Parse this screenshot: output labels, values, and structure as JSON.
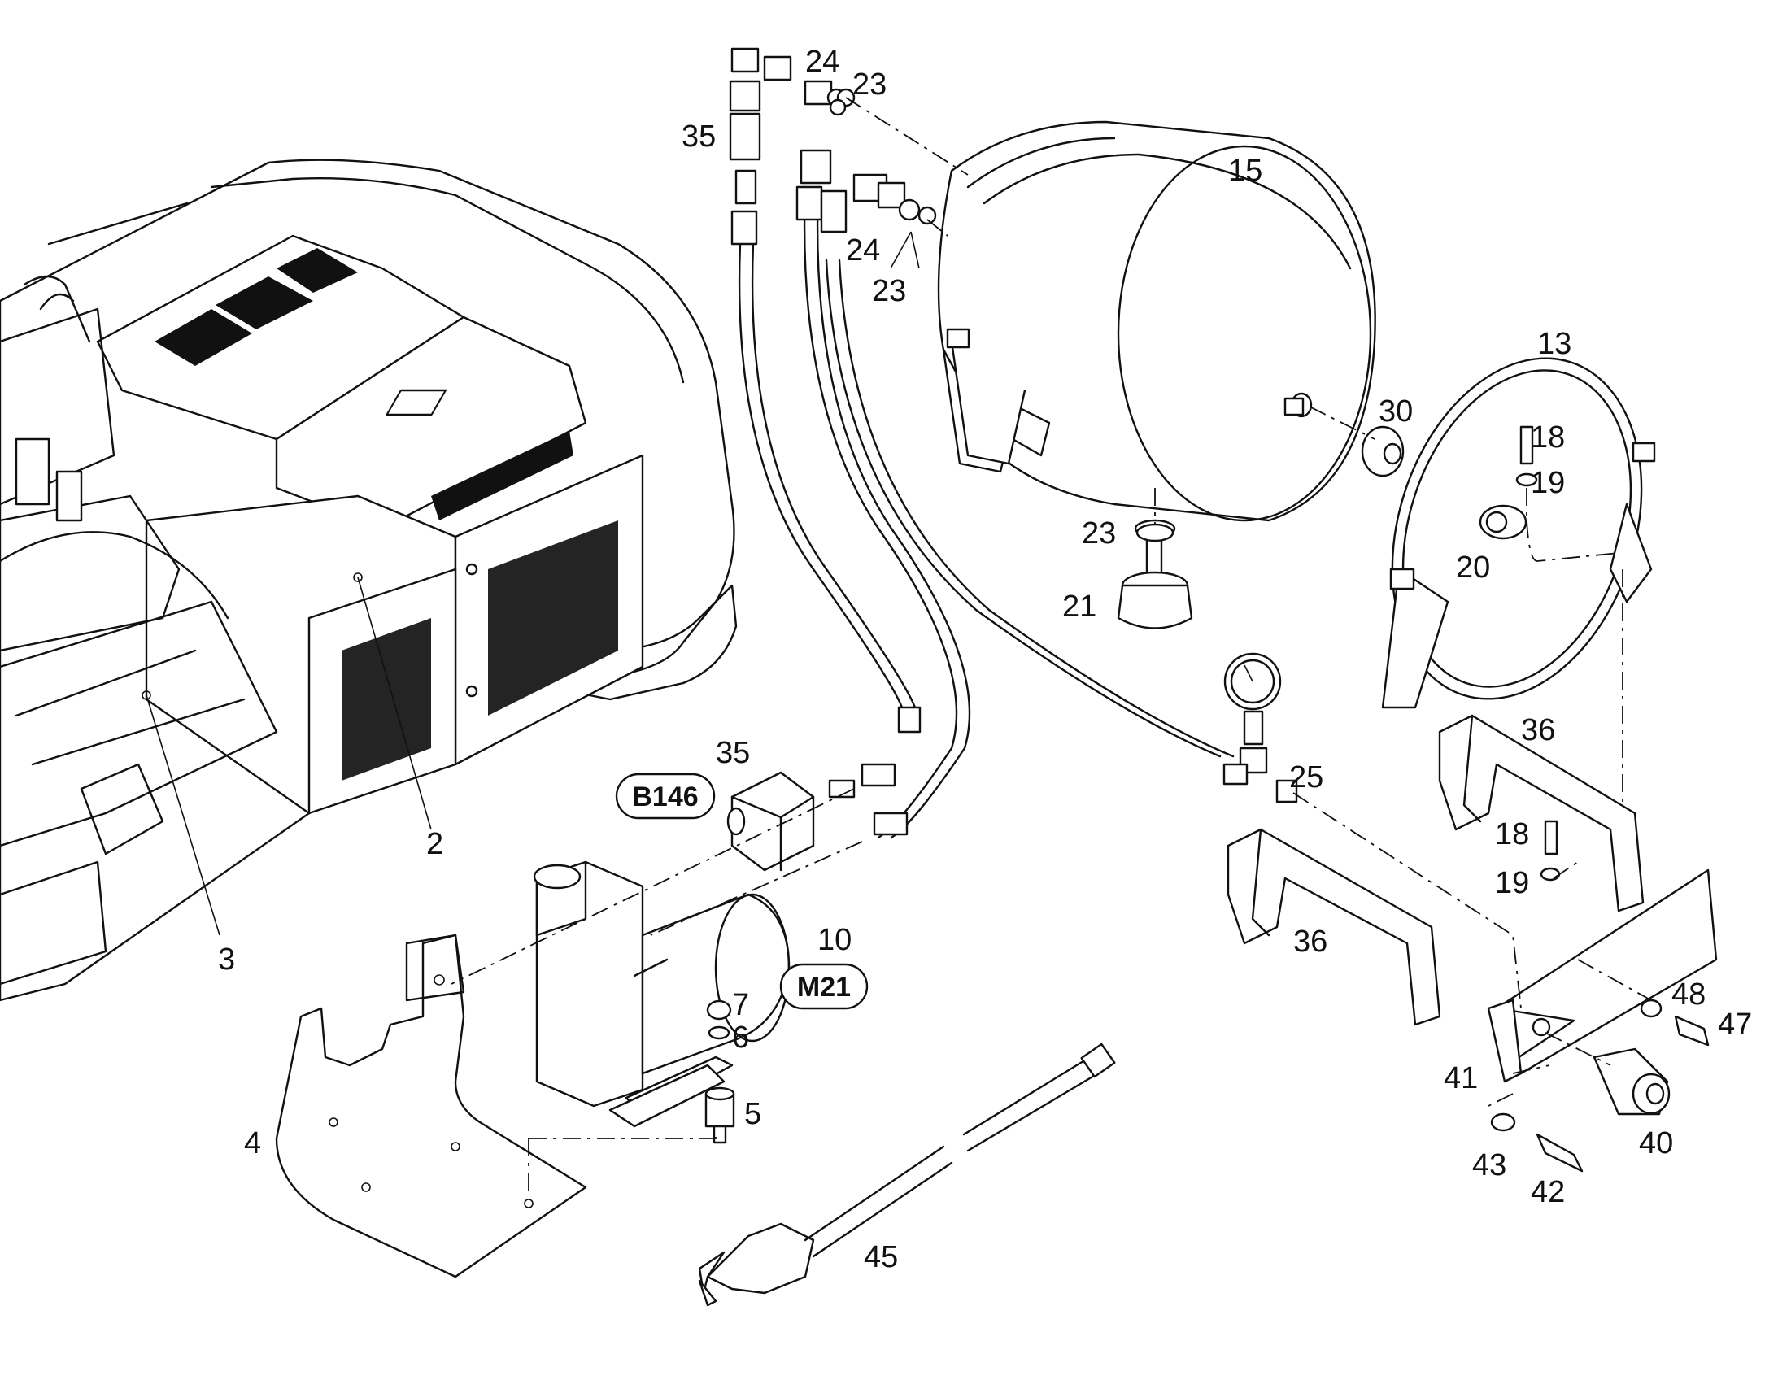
{
  "callouts": [
    {
      "id": "c24a",
      "text": "24"
    },
    {
      "id": "c23a",
      "text": "23"
    },
    {
      "id": "c35a",
      "text": "35"
    },
    {
      "id": "c15",
      "text": "15"
    },
    {
      "id": "c24b",
      "text": "24"
    },
    {
      "id": "c23b",
      "text": "23"
    },
    {
      "id": "c13",
      "text": "13"
    },
    {
      "id": "c30",
      "text": "30"
    },
    {
      "id": "c18a",
      "text": "18"
    },
    {
      "id": "c19a",
      "text": "19"
    },
    {
      "id": "c20",
      "text": "20"
    },
    {
      "id": "c23c",
      "text": "23"
    },
    {
      "id": "c21",
      "text": "21"
    },
    {
      "id": "c36a",
      "text": "36"
    },
    {
      "id": "c35b",
      "text": "35"
    },
    {
      "id": "c25",
      "text": "25"
    },
    {
      "id": "c2",
      "text": "2"
    },
    {
      "id": "c18b",
      "text": "18"
    },
    {
      "id": "c19b",
      "text": "19"
    },
    {
      "id": "c36b",
      "text": "36"
    },
    {
      "id": "c10",
      "text": "10"
    },
    {
      "id": "c3",
      "text": "3"
    },
    {
      "id": "c7",
      "text": "7"
    },
    {
      "id": "c6",
      "text": "6"
    },
    {
      "id": "c48",
      "text": "48"
    },
    {
      "id": "c47",
      "text": "47"
    },
    {
      "id": "c41",
      "text": "41"
    },
    {
      "id": "c5",
      "text": "5"
    },
    {
      "id": "c4",
      "text": "4"
    },
    {
      "id": "c40",
      "text": "40"
    },
    {
      "id": "c43",
      "text": "43"
    },
    {
      "id": "c42",
      "text": "42"
    },
    {
      "id": "c45",
      "text": "45"
    }
  ],
  "badges": [
    {
      "id": "b146",
      "text": "B146"
    },
    {
      "id": "m21",
      "text": "M21"
    }
  ]
}
